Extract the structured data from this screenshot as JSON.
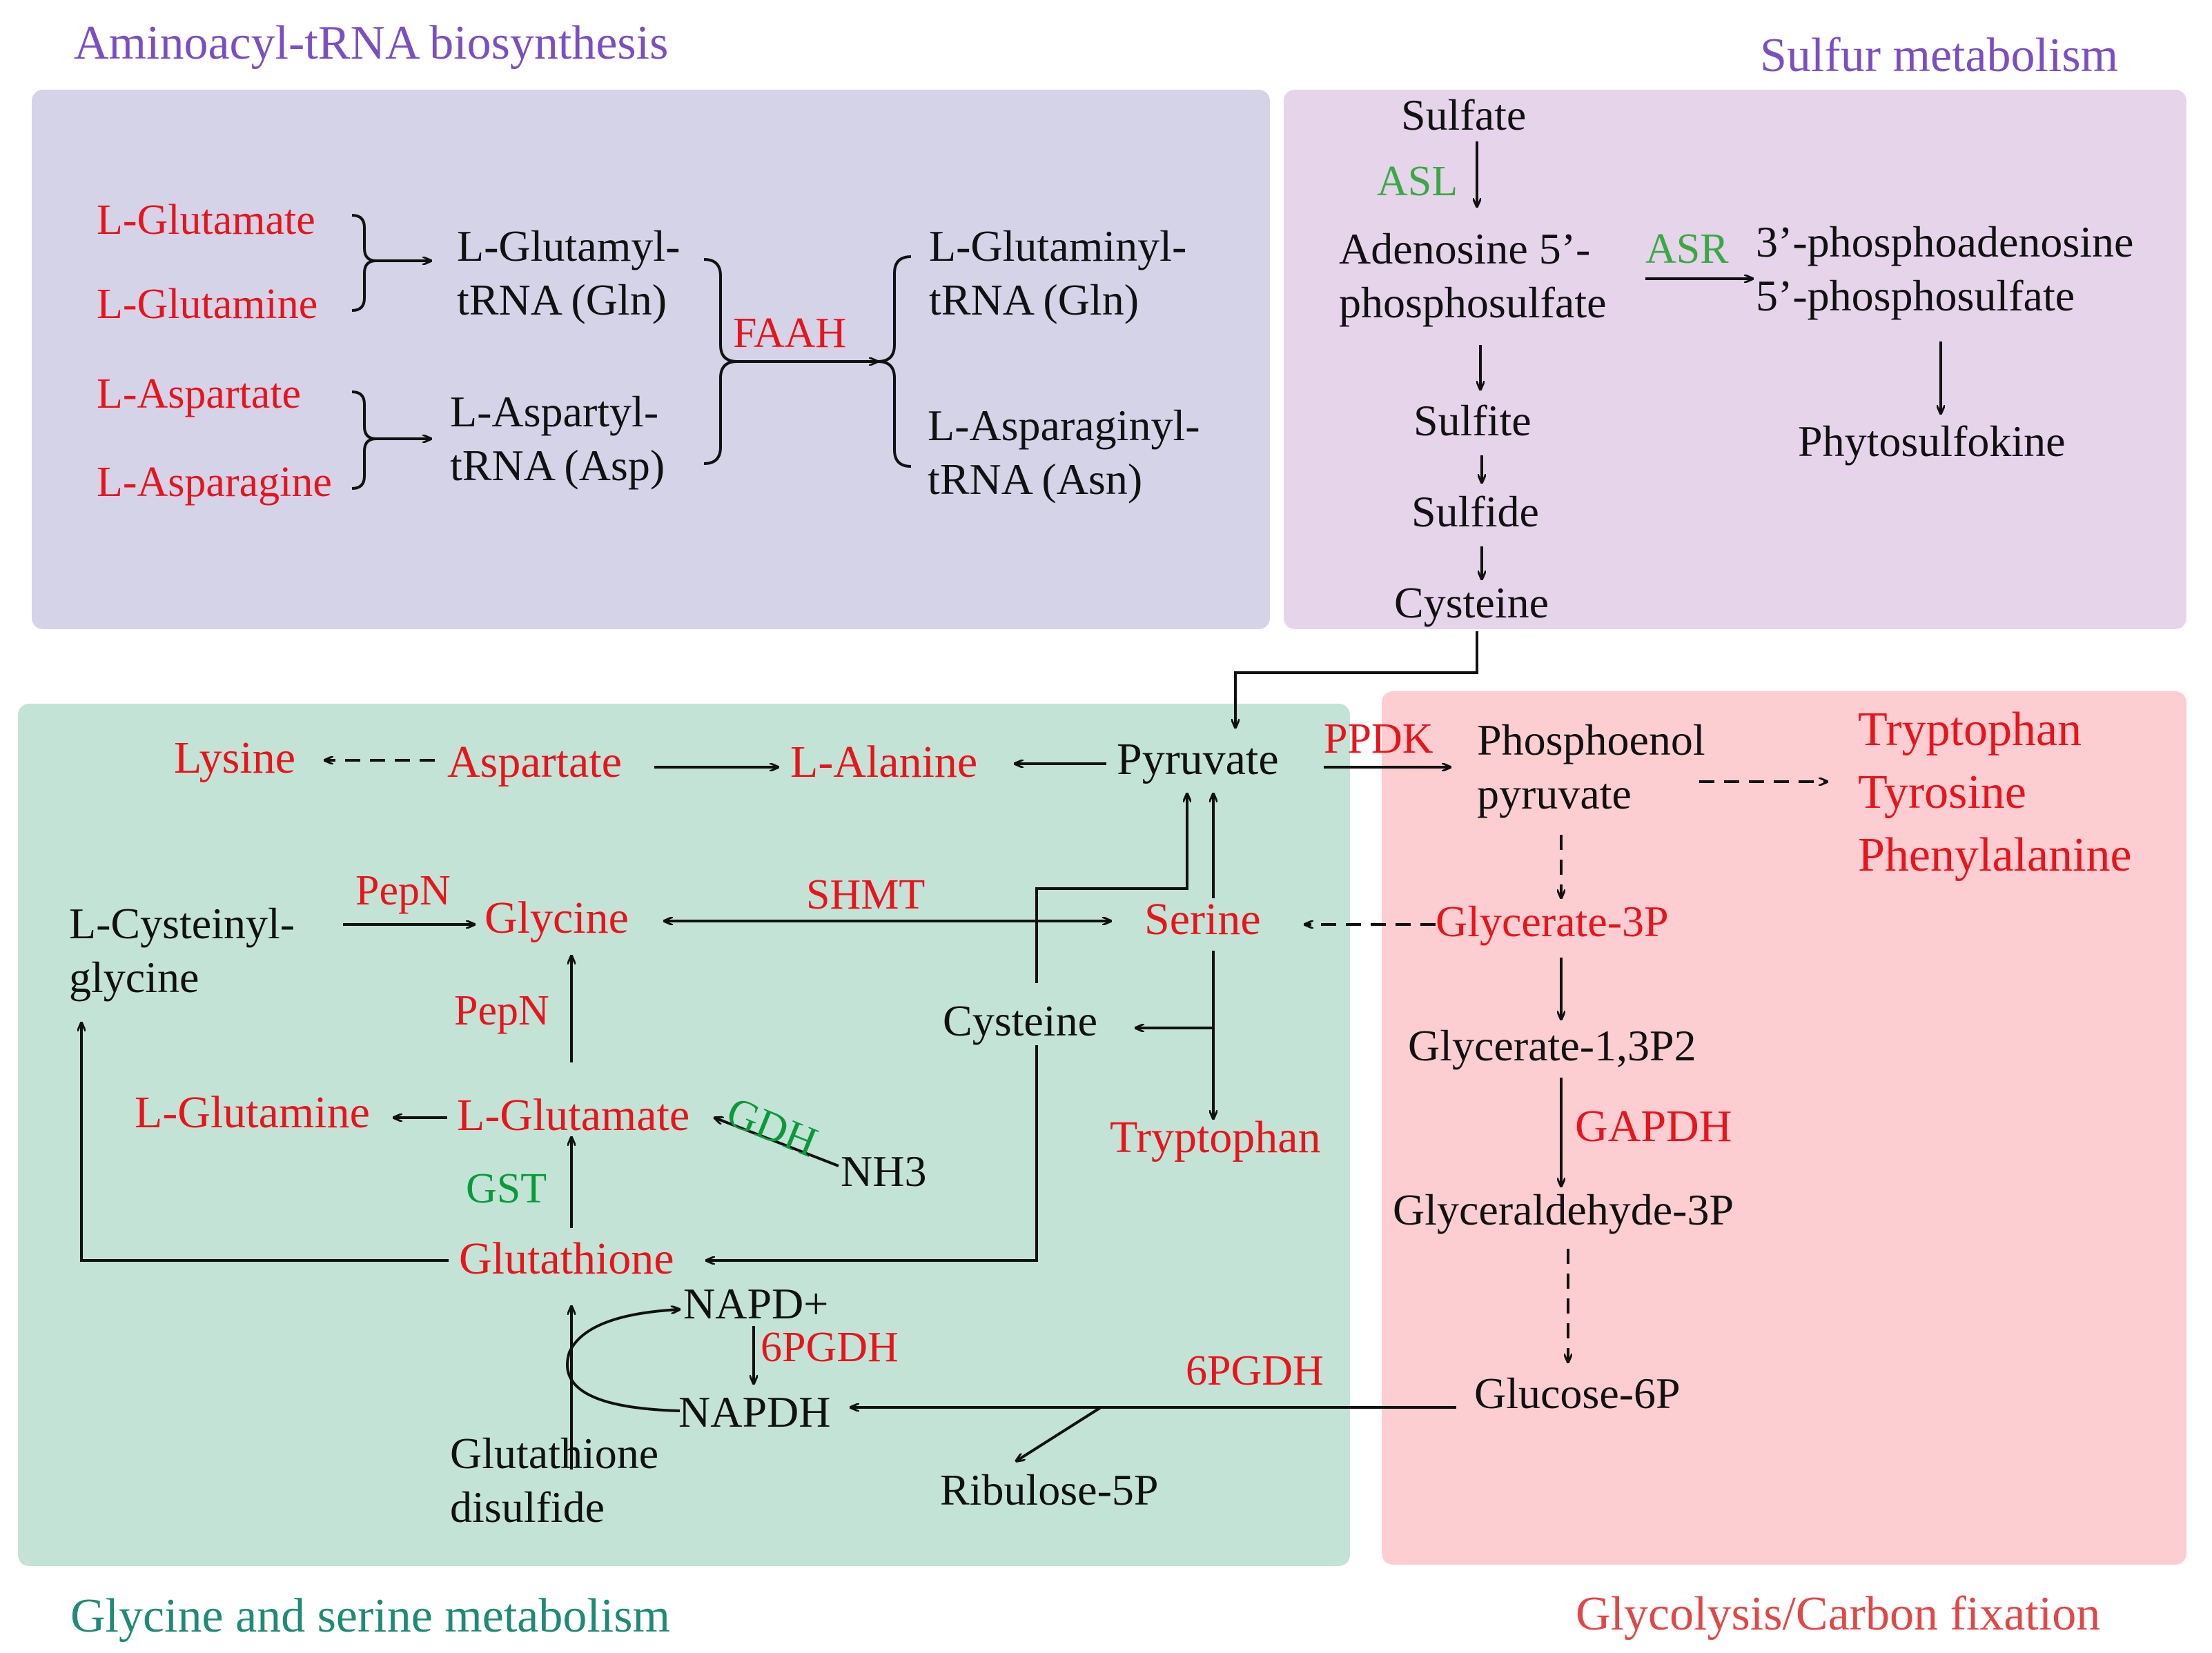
{
  "colors": {
    "panel_aminoacyl": "#d4d3e8",
    "panel_sulfur": "#e5d4ea",
    "panel_glycine": "#c3e3d6",
    "panel_glycolysis": "#fccdd1",
    "title_purple": "#7b4fc2",
    "title_teal": "#1f8a76",
    "title_red": "#e04848",
    "metabolite_red": "#e8141c",
    "enzyme_green": "#0a9a3c"
  },
  "sections": {
    "aminoacyl": "Aminoacyl-tRNA biosynthesis",
    "sulfur": "Sulfur metabolism",
    "glycine": "Glycine and serine metabolism",
    "glycolysis": "Glycolysis/Carbon fixation"
  },
  "aminoacyl": {
    "l_glutamate": "L-Glutamate",
    "l_glutamine": "L-Glutamine",
    "l_aspartate": "L-Aspartate",
    "l_asparagine": "L-Asparagine",
    "glutamyl_trna": "L-Glutamyl-\ntRNA (Gln)",
    "aspartyl_trna": "L-Aspartyl-\ntRNA (Asp)",
    "faah": "FAAH",
    "glutaminyl_trna": "L-Glutaminyl-\ntRNA (Gln)",
    "asparaginyl_trna": "L-Asparaginyl-\ntRNA (Asn)"
  },
  "sulfur": {
    "sulfate": "Sulfate",
    "asl": "ASL",
    "aps": "Adenosine 5’-\nphosphosulfate",
    "asr": "ASR",
    "paps": "3’-phosphoadenosine\n5’-phosphosulfate",
    "phytosulfokine": "Phytosulfokine",
    "sulfite": "Sulfite",
    "sulfide": "Sulfide",
    "cysteine": "Cysteine"
  },
  "glycine": {
    "lysine": "Lysine",
    "aspartate": "Aspartate",
    "l_alanine": "L-Alanine",
    "pyruvate": "Pyruvate",
    "l_cysteinylglycine": "L-Cysteinyl-\nglycine",
    "pepn1": "PepN",
    "glycine": "Glycine",
    "shmt": "SHMT",
    "serine": "Serine",
    "pepn2": "PepN",
    "cysteine": "Cysteine",
    "l_glutamine": "L-Glutamine",
    "l_glutamate": "L-Glutamate",
    "gdh": "GDH",
    "nh3": "NH3",
    "tryptophan": "Tryptophan",
    "gst": "GST",
    "glutathione": "Glutathione",
    "napd_plus": "NAPD+",
    "pgdh1": "6PGDH",
    "napdh": "NAPDH",
    "glutathione_disulfide": "Glutathione\ndisulfide",
    "ribulose": "Ribulose-5P",
    "pgdh2": "6PGDH"
  },
  "glycolysis": {
    "ppdk": "PPDK",
    "pep": "Phosphoenol\npyruvate",
    "aromatics": "Tryptophan\nTyrosine\nPhenylalanine",
    "glycerate3p": "Glycerate-3P",
    "glycerate13p2": "Glycerate-1,3P2",
    "gapdh": "GAPDH",
    "glyceraldehyde3p": "Glyceraldehyde-3P",
    "glucose6p": "Glucose-6P"
  }
}
